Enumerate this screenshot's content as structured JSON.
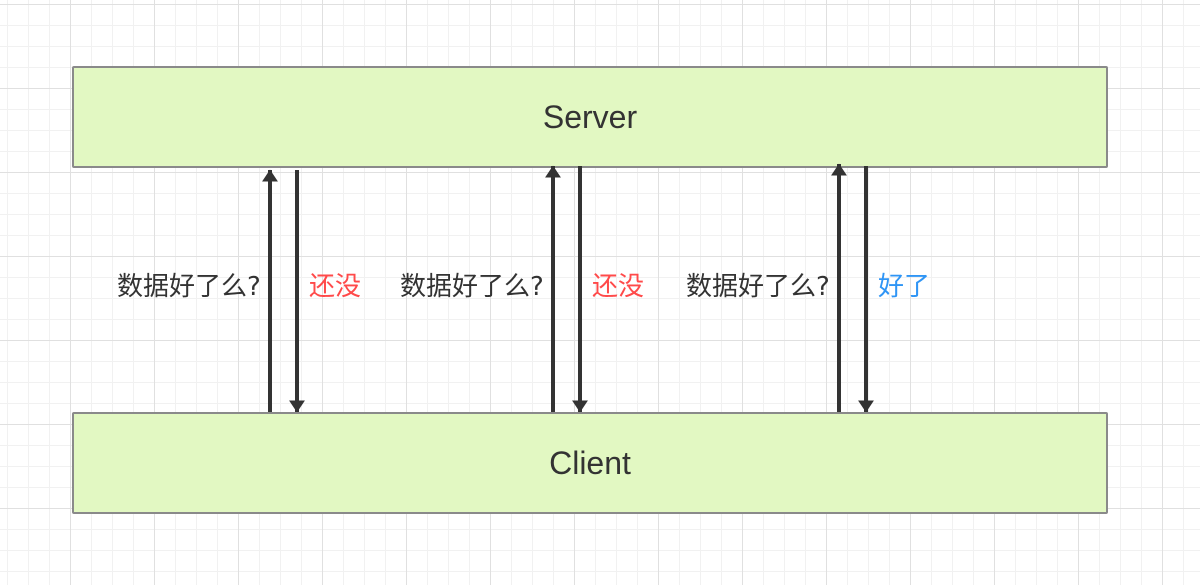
{
  "server": {
    "label": "Server"
  },
  "client": {
    "label": "Client"
  },
  "exchanges": [
    {
      "question": "数据好了么?",
      "answer": "还没",
      "answer_color": "#ff4a4a"
    },
    {
      "question": "数据好了么?",
      "answer": "还没",
      "answer_color": "#ff4a4a"
    },
    {
      "question": "数据好了么?",
      "answer": "好了",
      "answer_color": "#2f95f5"
    }
  ],
  "colors": {
    "box_fill": "#e2f8c2",
    "box_border": "#8a8a8a",
    "arrow": "#333333"
  }
}
